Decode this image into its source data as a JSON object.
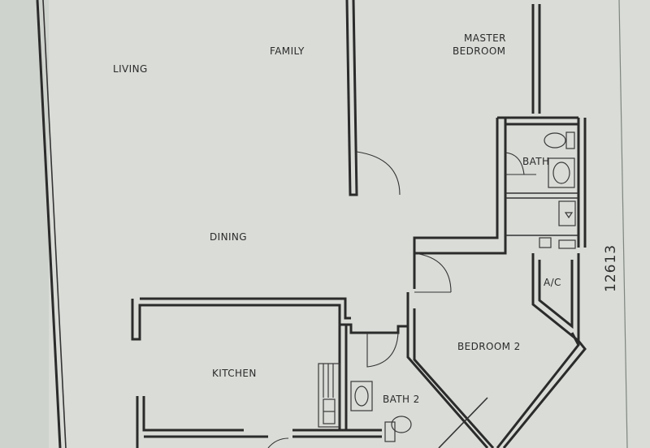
{
  "rooms": {
    "living": "LIVING",
    "family": "FAMILY",
    "master_bedroom_line1": "MASTER",
    "master_bedroom_line2": "BEDROOM",
    "bath": "BATH",
    "dining": "DINING",
    "ac": "A/C",
    "kitchen": "KITCHEN",
    "bedroom2": "BEDROOM 2",
    "bath2": "BATH 2"
  },
  "dimension": "12613",
  "colors": {
    "paper": "#d8dbd6",
    "ink": "#2a2b2a"
  }
}
